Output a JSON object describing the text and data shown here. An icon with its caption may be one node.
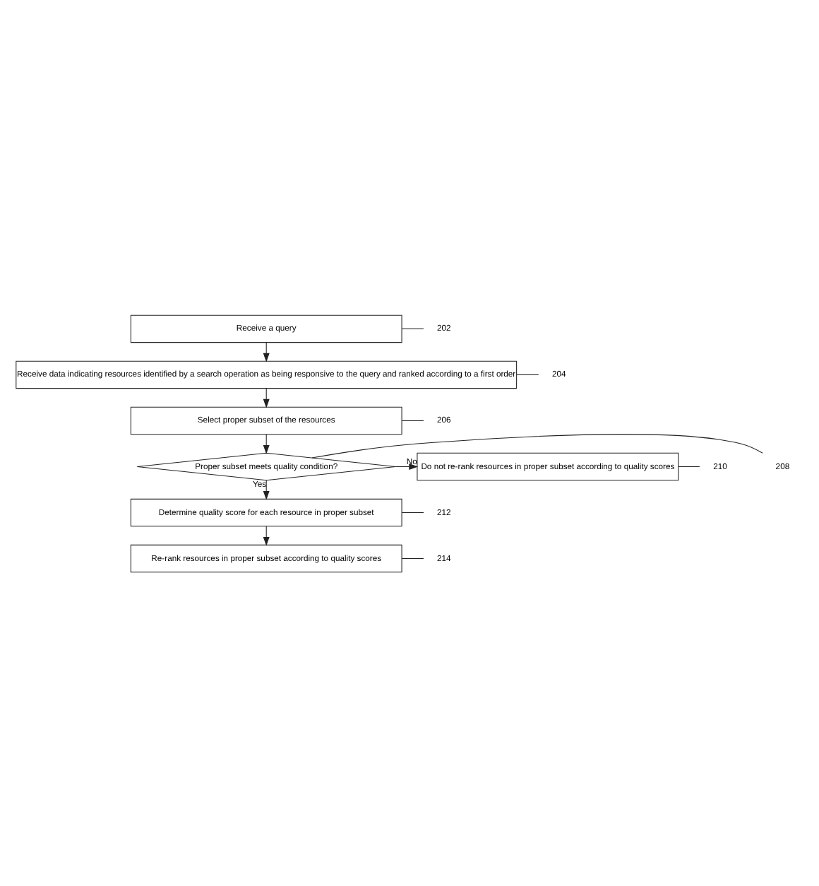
{
  "diagram": {
    "nodes": [
      {
        "text": [
          "Receive a query"
        ]
      },
      {
        "text": [
          "Receive data indicating resources identified by a search operation as being responsive to the query and ranked according to a first order"
        ]
      },
      {
        "text": [
          "Select proper subset of the resources"
        ]
      },
      {
        "text": [
          "Proper subset meets quality condition?"
        ]
      },
      {
        "text": [
          "Do not re-rank resources in proper subset according to quality scores"
        ]
      },
      {
        "text": [
          "Determine quality score for each resource in proper subset"
        ]
      },
      {
        "text": [
          "Re-rank resources in proper subset according to quality scores"
        ]
      },
      {
        "text": [
          "202"
        ]
      },
      {
        "text": [
          "204"
        ]
      },
      {
        "text": [
          "206"
        ]
      },
      {
        "text": [
          "208"
        ]
      },
      {
        "text": [
          "210"
        ]
      },
      {
        "text": [
          "212"
        ]
      },
      {
        "text": [
          "214"
        ]
      }
    ],
    "edges": [
      {
        "from": 0,
        "to": 1,
        "arrow": "to"
      },
      {
        "from": 1,
        "to": 2,
        "arrow": "to"
      },
      {
        "from": 2,
        "to": 3,
        "arrow": "to"
      },
      {
        "from": 3,
        "to": 4,
        "label": "No",
        "arrow": "to"
      },
      {
        "from": 3,
        "to": 5,
        "label": "Yes",
        "arrow": "to"
      },
      {
        "from": 5,
        "to": 6,
        "arrow": "to"
      },
      {
        "from": 7,
        "to": 0,
        "arrow": "none"
      },
      {
        "from": 8,
        "to": 1,
        "arrow": "none"
      },
      {
        "from": 9,
        "to": 2,
        "arrow": "none"
      },
      {
        "from": 10,
        "to": 3,
        "arrow": "none"
      },
      {
        "from": 11,
        "to": 4,
        "arrow": "none"
      },
      {
        "from": 12,
        "to": 5,
        "arrow": "none"
      },
      {
        "from": 13,
        "to": 6,
        "arrow": "none"
      }
    ]
  }
}
